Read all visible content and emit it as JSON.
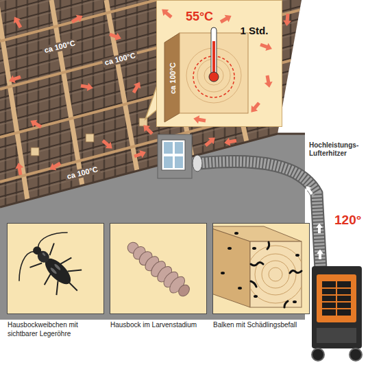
{
  "diagram": {
    "nodes": [
      {
        "text": [
          "55°C",
          "1 Std.",
          "ca 100°C"
        ]
      },
      {
        "text": [
          "Hausbockweibchen mit sichtbarer Legeröhre"
        ]
      },
      {
        "text": [
          "Hausbock im Larvenstadium"
        ]
      },
      {
        "text": [
          "Balken mit Schädlingsbefall"
        ]
      }
    ],
    "labels": [
      "ca 100°C",
      "ca 100°C",
      "ca 100°C",
      "Hochleistungs-Lufterhitzer",
      "120°"
    ]
  }
}
